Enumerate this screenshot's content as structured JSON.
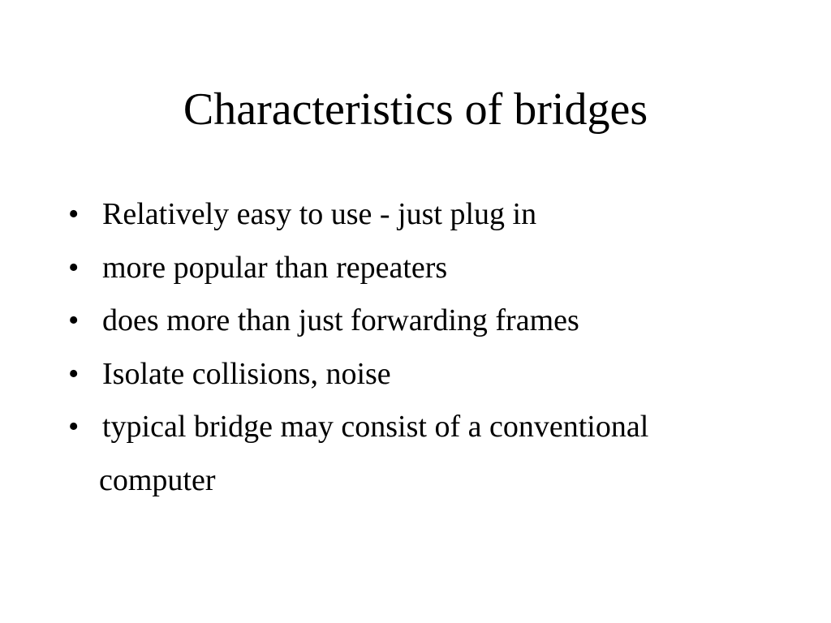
{
  "slide": {
    "title": "Characteristics of bridges",
    "bullet_glyph": "•",
    "bullets": [
      {
        "line1": "Relatively easy to use - just plug in"
      },
      {
        "line1": "more popular than repeaters"
      },
      {
        "line1": "does more than just forwarding frames"
      },
      {
        "line1": "Isolate collisions, noise"
      },
      {
        "line1": "typical bridge may consist of a conventional",
        "line2": "computer"
      }
    ]
  }
}
